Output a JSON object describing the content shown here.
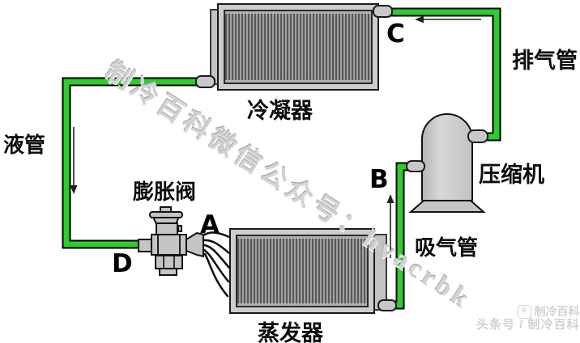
{
  "diagram": {
    "points": {
      "a": "A",
      "b": "B",
      "c": "C",
      "d": "D"
    },
    "components": {
      "condenser": {
        "label": "冷凝器"
      },
      "evaporator": {
        "label": "蒸发器"
      },
      "compressor": {
        "label": "压缩机"
      },
      "expansion_valve": {
        "label": "膨胀阀"
      }
    },
    "pipes": {
      "discharge": {
        "label": "排气管"
      },
      "liquid": {
        "label": "液管"
      },
      "suction": {
        "label": "吸气管"
      }
    },
    "colors": {
      "pipe_green": "#2ecc2e",
      "pipe_outline": "#000000",
      "metal_gray": "#c8c8c8",
      "fin_dark": "#585858",
      "fin_light": "#a0a0a0",
      "label_black": "#0d0d0d"
    }
  },
  "watermark": {
    "text": "制冷百科微信公众号：hvacrbk"
  },
  "logo": {
    "icon": "snowflake-icon",
    "icon_glyph": "❄",
    "line1": "制冷百科",
    "line2": "头条号 / 制冷百科"
  }
}
